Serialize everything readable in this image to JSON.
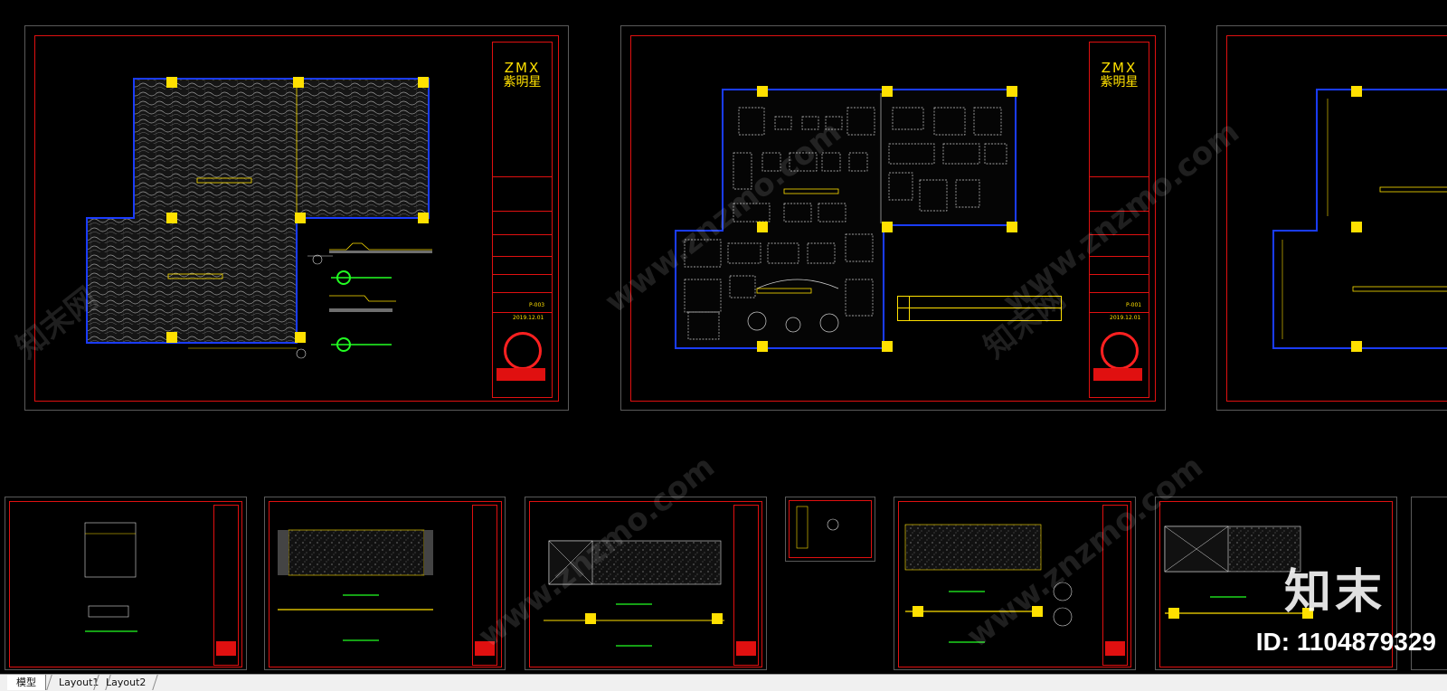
{
  "tabs": [
    {
      "label": "模型",
      "active": true
    },
    {
      "label": "Layout1",
      "active": false
    },
    {
      "label": "Layout2",
      "active": false
    }
  ],
  "title_block": {
    "logo_en": "ZMX",
    "logo_cn": "紫明星",
    "drawing_number_1": "P-003",
    "drawing_number_2": "P-001",
    "date": "2019.12.01"
  },
  "watermarks": [
    "www.znzmo.com",
    "知末网"
  ],
  "brand_overlay": {
    "name": "知末",
    "id_text": "ID: 1104879329"
  },
  "colors": {
    "frame": "#e01010",
    "column": "#ffe000",
    "mark": "#22ff22",
    "wall": "#1a3cff"
  }
}
